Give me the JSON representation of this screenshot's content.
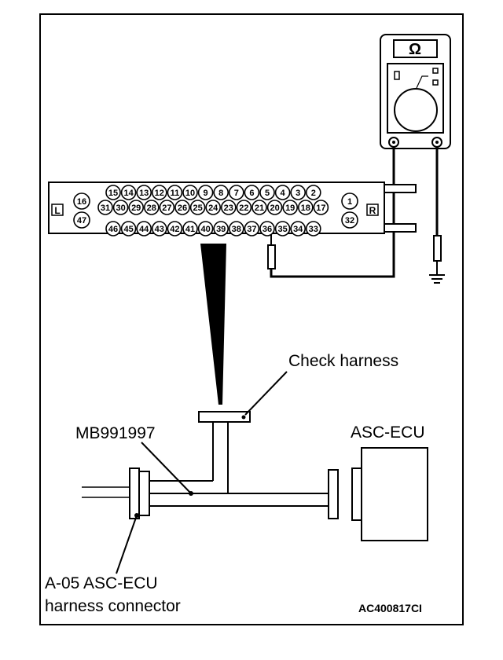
{
  "meter": {
    "symbol": "Ω"
  },
  "connector": {
    "left_tag": "L",
    "right_tag": "R",
    "pins_row1": [
      "15",
      "14",
      "13",
      "12",
      "11",
      "10",
      "9",
      "8",
      "7",
      "6",
      "5",
      "4",
      "3",
      "2"
    ],
    "pins_row2": [
      "31",
      "30",
      "29",
      "28",
      "27",
      "26",
      "25",
      "24",
      "23",
      "22",
      "21",
      "20",
      "19",
      "18",
      "17"
    ],
    "pins_row3": [
      "46",
      "45",
      "44",
      "43",
      "42",
      "41",
      "40",
      "39",
      "38",
      "37",
      "36",
      "35",
      "34",
      "33"
    ],
    "pins_left": [
      "16",
      "47"
    ],
    "pins_right": [
      "1",
      "32"
    ]
  },
  "labels": {
    "check_harness": "Check harness",
    "mb_tool": "MB991997",
    "asc_ecu": "ASC-ECU",
    "harness_connector_line1": "A-05 ASC-ECU",
    "harness_connector_line2": "harness connector",
    "figure_code": "AC400817CI"
  }
}
